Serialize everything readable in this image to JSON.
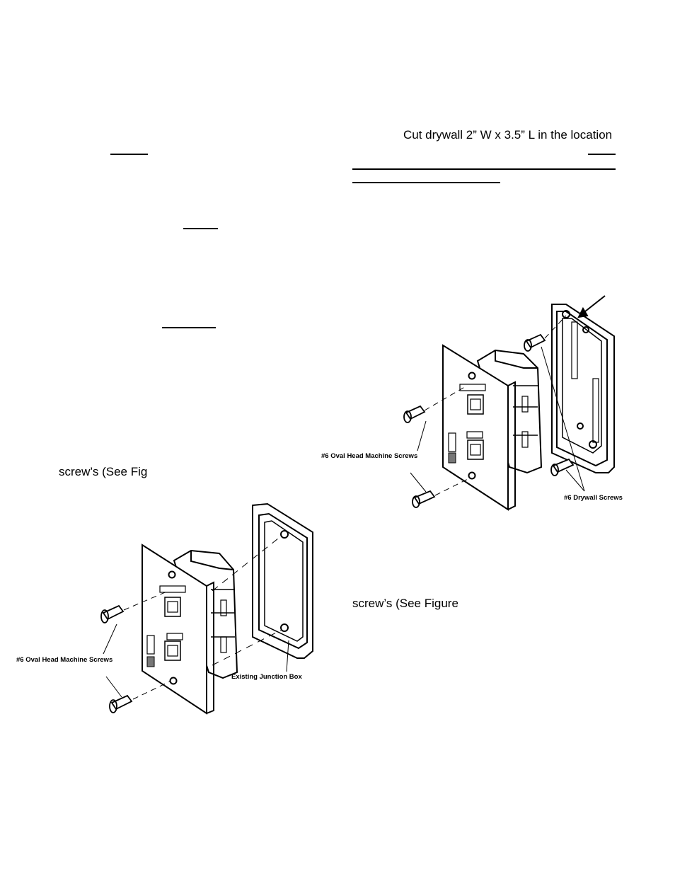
{
  "right_column": {
    "intro_text": "Cut drywall 2” W x 3.5” L in the location",
    "screws_ref_text": "screw’s (See Figure"
  },
  "left_column": {
    "screws_ref_text": "screw’s (See Fig"
  },
  "figure_new_work": {
    "machine_screws_label": "#6 Oval Head Machine Screws",
    "drywall_screws_label": "#6 Drywall Screws"
  },
  "figure_old_work": {
    "machine_screws_label": "#6 Oval Head Machine Screws",
    "junction_box_label": "Existing Junction Box"
  }
}
